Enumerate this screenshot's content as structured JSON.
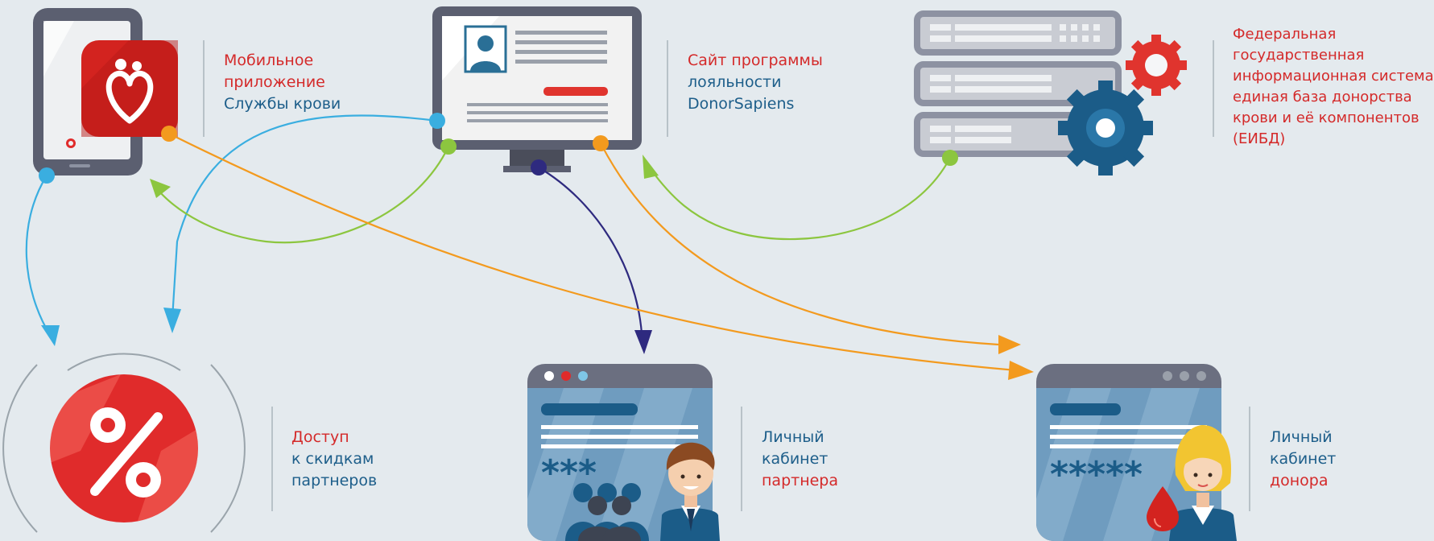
{
  "colors": {
    "background": "#e4eaee",
    "red": "#d42a2a",
    "blue": "#1d5e8a",
    "cyan_arrow": "#3aaee0",
    "green_arrow": "#8cc63f",
    "orange_arrow": "#f39a1e",
    "navy_arrow": "#2e2a7f"
  },
  "nodes": {
    "mobile_app": {
      "icon": "phone-with-heart-logo-icon",
      "lines": [
        {
          "text": "Мобильное",
          "color": "red"
        },
        {
          "text": "приложение",
          "color": "red"
        },
        {
          "text": "Службы крови",
          "color": "blue"
        }
      ]
    },
    "loyalty_site": {
      "icon": "monitor-profile-icon",
      "lines": [
        {
          "text": "Сайт программы",
          "color": "red"
        },
        {
          "text": "лояльности",
          "color": "blue"
        },
        {
          "text": "DonorSapiens",
          "color": "blue"
        }
      ]
    },
    "federal_system": {
      "icon": "server-gears-icon",
      "lines": [
        {
          "text": "Федеральная",
          "color": "red"
        },
        {
          "text": "государственная",
          "color": "red"
        },
        {
          "text": "информационная система",
          "color": "red"
        },
        {
          "text": "единая база донорства",
          "color": "red"
        },
        {
          "text": "крови и её компонентов",
          "color": "red"
        },
        {
          "text": "(ЕИБД)",
          "color": "red"
        }
      ]
    },
    "partner_discounts": {
      "icon": "percent-discount-icon",
      "lines": [
        {
          "text": "Доступ",
          "color": "red"
        },
        {
          "text": "к скидкам",
          "color": "blue"
        },
        {
          "text": "партнеров",
          "color": "blue"
        }
      ]
    },
    "partner_cabinet": {
      "icon": "partner-cabinet-window-icon",
      "password_mask": "***",
      "lines": [
        {
          "text": "Личный",
          "color": "blue"
        },
        {
          "text": "кабинет",
          "color": "blue"
        },
        {
          "text": "партнера",
          "color": "red"
        }
      ]
    },
    "donor_cabinet": {
      "icon": "donor-cabinet-window-icon",
      "password_mask": "*****",
      "lines": [
        {
          "text": "Личный",
          "color": "blue"
        },
        {
          "text": "кабинет",
          "color": "blue"
        },
        {
          "text": "донора",
          "color": "red"
        }
      ]
    }
  },
  "connections": [
    {
      "from": "mobile_app",
      "to": "partner_discounts",
      "color": "cyan_arrow"
    },
    {
      "from": "loyalty_site",
      "to": "partner_discounts",
      "color": "cyan_arrow"
    },
    {
      "from": "loyalty_site",
      "to": "mobile_app",
      "color": "green_arrow"
    },
    {
      "from": "federal_system",
      "to": "loyalty_site",
      "color": "green_arrow"
    },
    {
      "from": "loyalty_site",
      "to": "partner_cabinet",
      "color": "navy_arrow"
    },
    {
      "from": "loyalty_site",
      "to": "donor_cabinet",
      "color": "orange_arrow"
    },
    {
      "from": "mobile_app",
      "to": "donor_cabinet",
      "color": "orange_arrow"
    }
  ]
}
